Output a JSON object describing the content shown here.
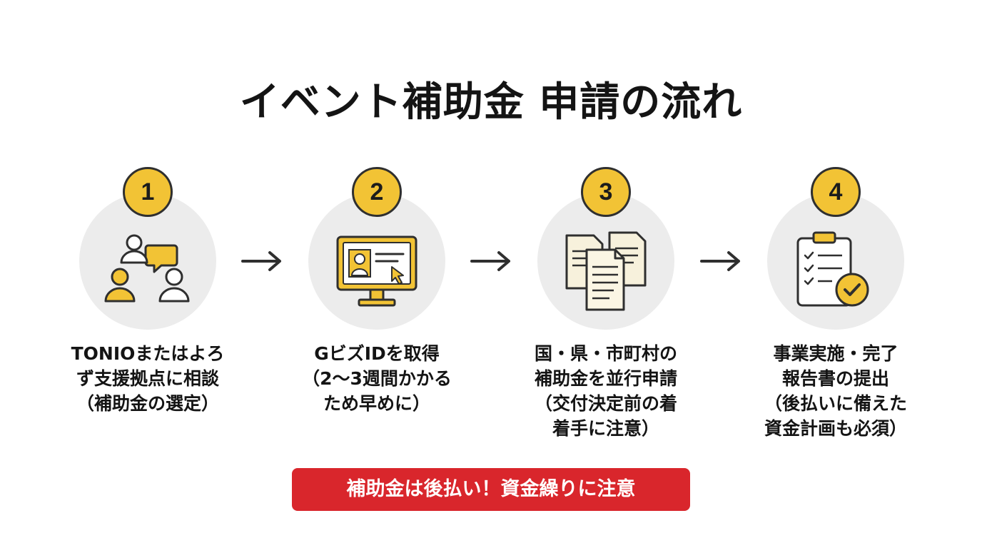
{
  "title": "イベント補助金 申請の流れ",
  "colors": {
    "accent_yellow": "#f2c335",
    "alert_red": "#d9262c",
    "circle_gray": "#ececec",
    "outline": "#2f2f2f"
  },
  "steps": [
    {
      "number": "1",
      "icon": "consultation-people-icon",
      "lines": [
        "TONIOまたはよろ",
        "ず支援拠点に相談",
        "（補助金の選定）"
      ]
    },
    {
      "number": "2",
      "icon": "computer-id-icon",
      "lines": [
        "GビズIDを取得",
        "（2〜3週間かかる",
        "ため早めに）"
      ]
    },
    {
      "number": "3",
      "icon": "documents-icon",
      "lines": [
        "国・県・市町村の",
        "補助金を並行申請",
        "（交付決定前の着",
        "着手に注意）"
      ]
    },
    {
      "number": "4",
      "icon": "clipboard-check-icon",
      "lines": [
        "事業実施・完了",
        "報告書の提出",
        "（後払いに備えた",
        "資金計画も必須）"
      ]
    }
  ],
  "arrows": [
    "arrow-right-icon",
    "arrow-right-icon",
    "arrow-right-icon"
  ],
  "notice": "補助金は後払い！資金繰りに注意"
}
